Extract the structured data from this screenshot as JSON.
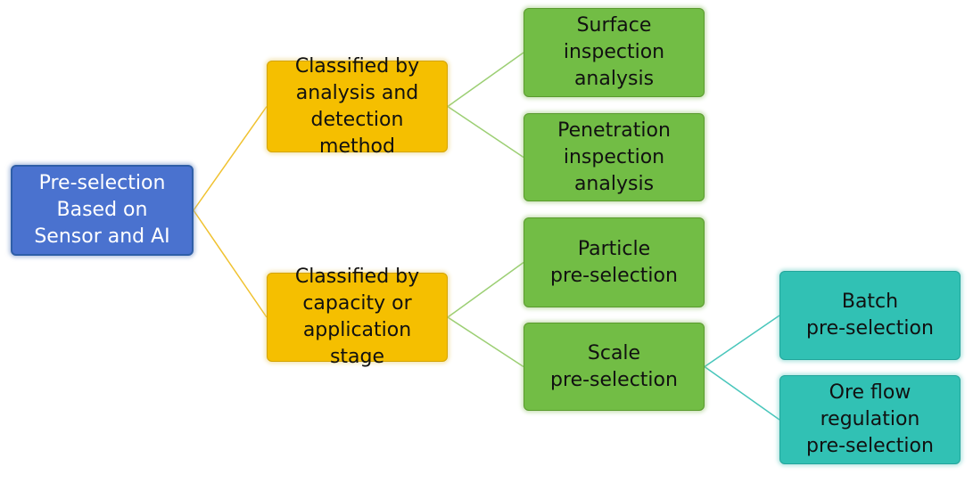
{
  "colors": {
    "root_fill": "#4a72cf",
    "category_fill": "#f5bf00",
    "method_fill": "#72bd45",
    "scale_fill": "#31c1b4",
    "connector_root": "#f0c230",
    "connector_category": "#9ccf74",
    "connector_scale": "#48c6bb"
  },
  "root": {
    "label": "Pre-selection\nBased on\nSensor and AI"
  },
  "categories": [
    {
      "label": "Classified by\nanalysis and\ndetection method",
      "children": [
        {
          "label": "Surface\ninspection\nanalysis"
        },
        {
          "label": "Penetration\ninspection\nanalysis"
        }
      ]
    },
    {
      "label": "Classified by\ncapacity or\napplication stage",
      "children": [
        {
          "label": "Particle\npre-selection"
        },
        {
          "label": "Scale\npre-selection"
        }
      ]
    }
  ],
  "scale_children": [
    {
      "label": "Batch\npre-selection"
    },
    {
      "label": "Ore flow\nregulation\npre-selection"
    }
  ]
}
